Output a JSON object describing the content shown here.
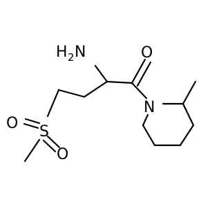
{
  "molecule": {
    "atom_labels": {
      "amine_h": "H",
      "amine_subscript": "2",
      "amine_n": "N",
      "carbonyl_o": "O",
      "ring_n": "N",
      "sulfur": "S",
      "sulfonyl_o_upper": "O",
      "sulfonyl_o_lower": "O"
    },
    "bond_color": "#000000",
    "background": "#ffffff"
  }
}
